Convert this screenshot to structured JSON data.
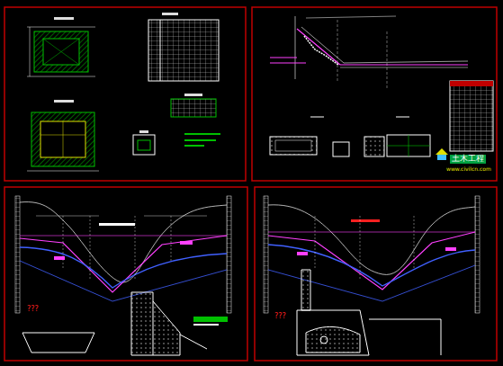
{
  "diagram": {
    "labels": [
      "土木工程",
      "www.civilcn.com",
      "???",
      "???"
    ]
  }
}
